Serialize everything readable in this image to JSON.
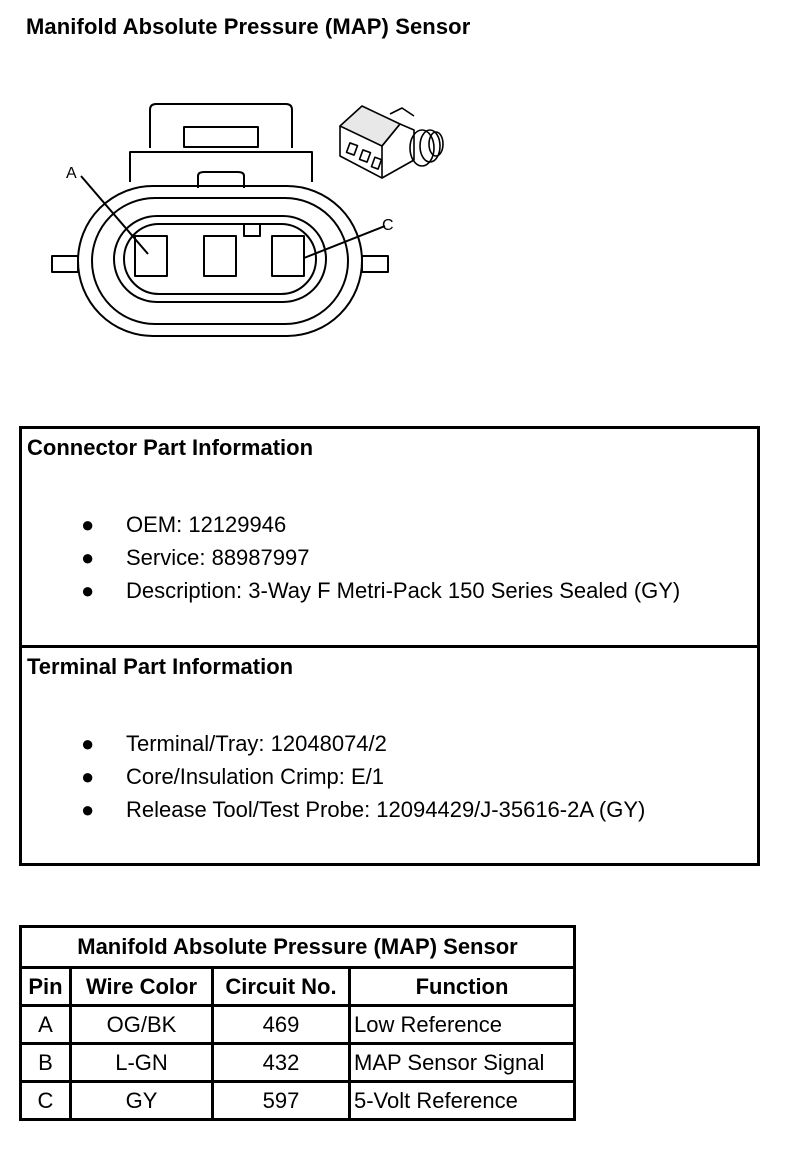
{
  "page_title": "Manifold Absolute Pressure (MAP) Sensor",
  "diagram": {
    "label_a": "A",
    "label_c": "C"
  },
  "connector_info": {
    "heading": "Connector Part Information",
    "items": [
      "OEM: 12129946",
      "Service: 88987997",
      "Description: 3-Way F Metri-Pack 150 Series Sealed (GY)"
    ]
  },
  "terminal_info": {
    "heading": "Terminal Part Information",
    "items": [
      "Terminal/Tray: 12048074/2",
      "Core/Insulation Crimp: E/1",
      "Release Tool/Test Probe: 12094429/J-35616-2A (GY)"
    ]
  },
  "bullet_glyph": "●",
  "pin_table": {
    "caption": "Manifold Absolute Pressure (MAP) Sensor",
    "headers": [
      "Pin",
      "Wire Color",
      "Circuit No.",
      "Function"
    ],
    "rows": [
      [
        "A",
        "OG/BK",
        "469",
        "Low Reference"
      ],
      [
        "B",
        "L-GN",
        "432",
        "MAP Sensor Signal"
      ],
      [
        "C",
        "GY",
        "597",
        "5-Volt Reference"
      ]
    ]
  }
}
